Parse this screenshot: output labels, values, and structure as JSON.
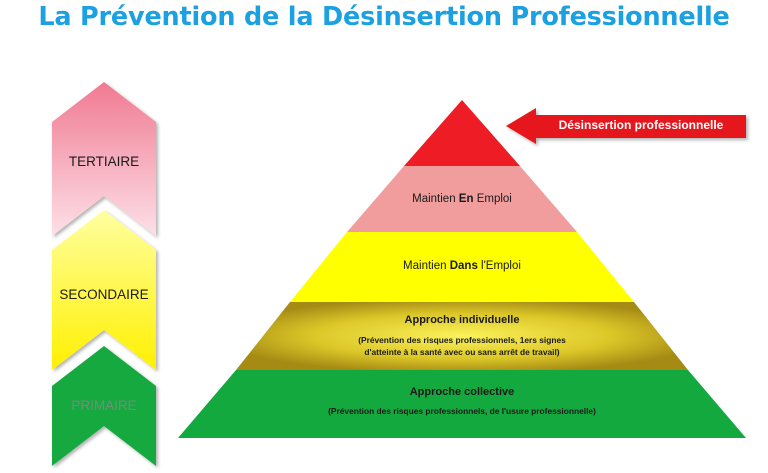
{
  "header": {
    "title": "La Prévention de la Désinsertion Professionnelle"
  },
  "levels": [
    {
      "label": "TERTIAIRE",
      "color_top": "#f07a92",
      "color_bottom": "#fdd9e4"
    },
    {
      "label": "SECONDAIRE",
      "color_top": "#ffff88",
      "color_bottom": "#fff200"
    },
    {
      "label": "PRIMAIRE",
      "color": "#13a93f",
      "text_color": "#6e8f78"
    }
  ],
  "pyramid": {
    "apex": {
      "color": "#ee1c24"
    },
    "tiers": [
      {
        "pre": "Maintien ",
        "strong": "En",
        "post": " Emploi",
        "color": "#f19d9d"
      },
      {
        "pre": "Maintien ",
        "strong": "Dans",
        "post": " l'Emploi",
        "color": "#ffff00"
      },
      {
        "title": "Approche individuelle",
        "subtitle_line1": "(Prévention des risques professionnels, 1ers signes",
        "subtitle_line2": "d'atteinte à la santé avec ou sans arrêt de travail)",
        "color_edge": "#a58a14",
        "color_center": "#f7ec3a"
      },
      {
        "title": "Approche collective",
        "subtitle": "(Prévention des risques professionnels, de l'usure professionnelle)",
        "color": "#13a93f"
      }
    ]
  },
  "callout": {
    "text": "Désinsertion professionnelle",
    "color": "#e5171f"
  }
}
